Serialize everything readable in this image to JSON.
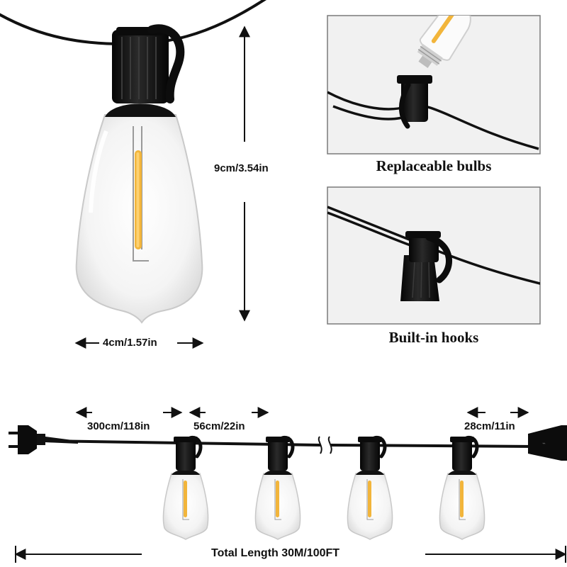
{
  "dimensions": {
    "height": "9cm/3.54in",
    "width": "4cm/1.57in"
  },
  "features": [
    {
      "caption": "Replaceable bulbs",
      "icon": "bulb-socket-photo"
    },
    {
      "caption": "Built-in hooks",
      "icon": "hook-socket-photo"
    }
  ],
  "string_measurements": {
    "lead_cable": "300cm/118in",
    "bulb_spacing": "56cm/22in",
    "end_cable": "28cm/11in",
    "total_length": "Total Length 30M/100FT"
  },
  "colors": {
    "cable": "#111111",
    "filament": "#f2b53b",
    "socket": "#151515",
    "glass": "#f4f4f4"
  }
}
